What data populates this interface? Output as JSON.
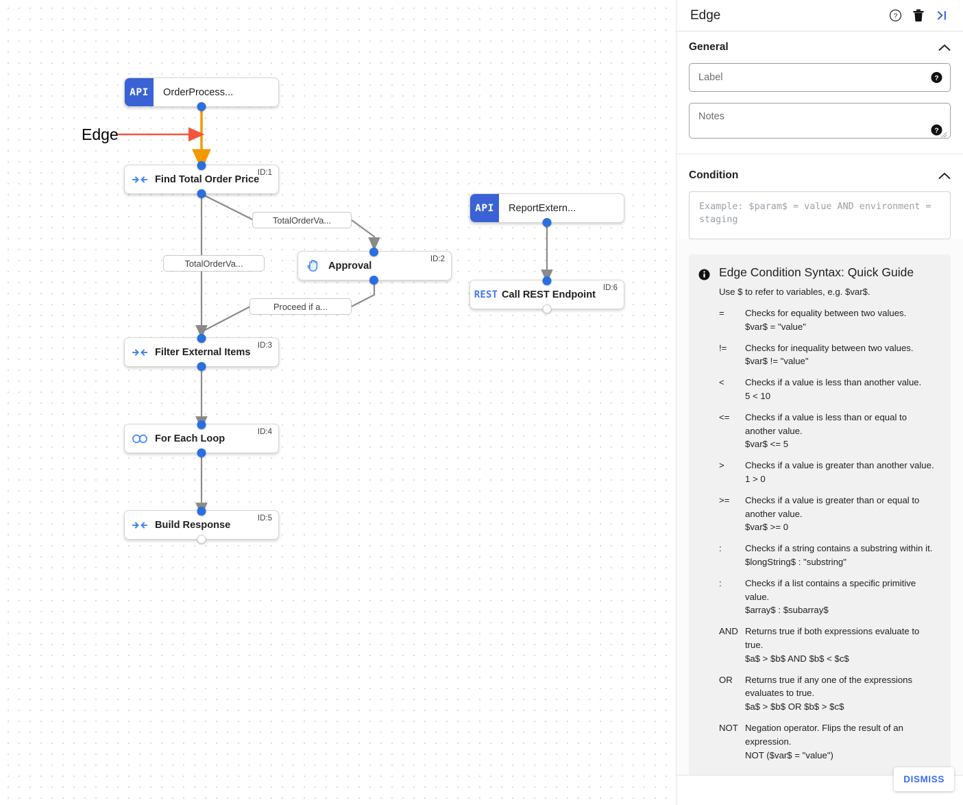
{
  "canvas": {
    "annotation": {
      "label": "Edge",
      "arrow_color": "#f4553d"
    },
    "highlight_edge_color": "#f29900",
    "nodes": [
      {
        "id": "n0",
        "badge": "API",
        "title": "OrderProcess...",
        "id_label": "",
        "icon": "api-badge"
      },
      {
        "id": "n1",
        "badge": "",
        "title": "Find Total Order Price",
        "id_label": "ID:1",
        "icon": "merge-arrows-icon"
      },
      {
        "id": "n2",
        "badge": "",
        "title": "Approval",
        "id_label": "ID:2",
        "icon": "hand-icon"
      },
      {
        "id": "n3",
        "badge": "",
        "title": "Filter External Items",
        "id_label": "ID:3",
        "icon": "merge-arrows-icon"
      },
      {
        "id": "n4",
        "badge": "",
        "title": "For Each Loop",
        "id_label": "ID:4",
        "icon": "infinity-icon"
      },
      {
        "id": "n5",
        "badge": "",
        "title": "Build Response",
        "id_label": "ID:5",
        "icon": "merge-arrows-icon"
      },
      {
        "id": "n6",
        "badge": "API",
        "title": "ReportExtern...",
        "id_label": "",
        "icon": "api-badge"
      },
      {
        "id": "n7",
        "badge": "REST",
        "title": "Call REST Endpoint",
        "id_label": "ID:6",
        "icon": "rest-badge"
      }
    ],
    "edge_labels": [
      {
        "id": "e1",
        "text": "TotalOrderVa..."
      },
      {
        "id": "e2",
        "text": "TotalOrderVa..."
      },
      {
        "id": "e3",
        "text": "Proceed if a..."
      }
    ]
  },
  "panel": {
    "title": "Edge",
    "header_icons": [
      {
        "name": "help-icon",
        "glyph": "?"
      },
      {
        "name": "delete-icon",
        "glyph": "trash"
      },
      {
        "name": "collapse-panel-icon",
        "glyph": ">|"
      }
    ],
    "general": {
      "title": "General",
      "label_placeholder": "Label",
      "label_value": "",
      "notes_placeholder": "Notes",
      "notes_value": ""
    },
    "condition": {
      "title": "Condition",
      "placeholder": "Example: $param$ = value AND environment = staging",
      "value": ""
    },
    "guide": {
      "title": "Edge Condition Syntax: Quick Guide",
      "subtitle": "Use $ to refer to variables, e.g. $var$.",
      "operators": [
        {
          "symbol": "=",
          "description": "Checks for equality between two values.",
          "example": "$var$ = \"value\""
        },
        {
          "symbol": "!=",
          "description": "Checks for inequality between two values.",
          "example": "$var$ != \"value\""
        },
        {
          "symbol": "<",
          "description": "Checks if a value is less than another value.",
          "example": "5 < 10"
        },
        {
          "symbol": "<=",
          "description": "Checks if a value is less than or equal to another value.",
          "example": "$var$ <= 5"
        },
        {
          "symbol": ">",
          "description": "Checks if a value is greater than another value.",
          "example": "1 > 0"
        },
        {
          "symbol": ">=",
          "description": "Checks if a value is greater than or equal to another value.",
          "example": "$var$ >= 0"
        },
        {
          "symbol": ":",
          "description": "Checks if a string contains a substring within it.",
          "example": "$longString$ : \"substring\""
        },
        {
          "symbol": ":",
          "description": "Checks if a list contains a specific primitive value.",
          "example": "$array$ : $subarray$"
        },
        {
          "symbol": "AND",
          "description": "Returns true if both expressions evaluate to true.",
          "example": "$a$ > $b$ AND $b$ < $c$"
        },
        {
          "symbol": "OR",
          "description": "Returns true if any one of the expressions evaluates to true.",
          "example": "$a$ > $b$ OR $b$ > $c$"
        },
        {
          "symbol": "NOT",
          "description": "Negation operator. Flips the result of an expression.",
          "example": "NOT ($var$ = \"value\")"
        }
      ]
    },
    "footer": {
      "dismiss_label": "DISMISS"
    },
    "colors": {
      "accent": "#3b6ef0",
      "node_badge": "#3b62d4",
      "port": "#2a6fe0"
    }
  }
}
